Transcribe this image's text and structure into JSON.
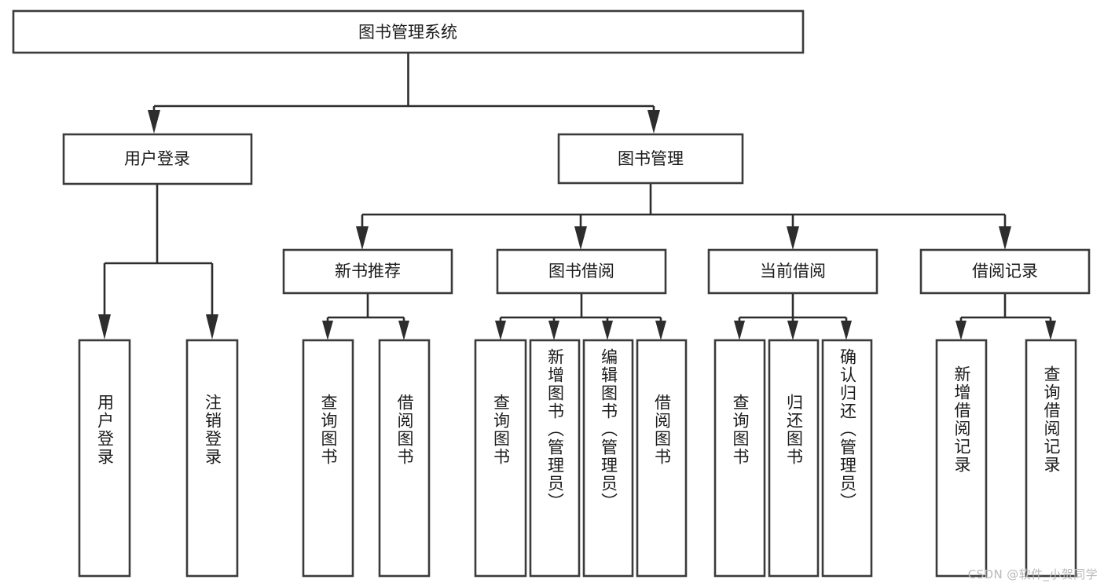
{
  "diagram": {
    "type": "tree-hierarchy",
    "title": "图书管理系统",
    "background_color": "#ffffff",
    "stroke_color": "#3b3b3b",
    "text_color": "#1b1b1b",
    "root": {
      "id": "root",
      "label": "图书管理系统",
      "orientation": "horizontal"
    },
    "level2": [
      {
        "id": "user-login",
        "label": "用户登录",
        "orientation": "horizontal"
      },
      {
        "id": "book-manage",
        "label": "图书管理",
        "orientation": "horizontal"
      }
    ],
    "level3": [
      {
        "id": "new-book-rec",
        "label": "新书推荐",
        "orientation": "horizontal",
        "parent": "book-manage"
      },
      {
        "id": "book-borrow",
        "label": "图书借阅",
        "orientation": "horizontal",
        "parent": "book-manage"
      },
      {
        "id": "current-borrow",
        "label": "当前借阅",
        "orientation": "horizontal",
        "parent": "book-manage"
      },
      {
        "id": "borrow-record",
        "label": "借阅记录",
        "orientation": "horizontal",
        "parent": "book-manage"
      }
    ],
    "leaves": [
      {
        "id": "leaf-user-login",
        "label": "用户登录",
        "orientation": "vertical",
        "parent": "user-login"
      },
      {
        "id": "leaf-user-logout",
        "label": "注销登录",
        "orientation": "vertical",
        "parent": "user-login"
      },
      {
        "id": "leaf-query-book-1",
        "label": "查询图书",
        "orientation": "vertical",
        "parent": "new-book-rec"
      },
      {
        "id": "leaf-borrow-book-1",
        "label": "借阅图书",
        "orientation": "vertical",
        "parent": "new-book-rec"
      },
      {
        "id": "leaf-query-book-2",
        "label": "查询图书",
        "orientation": "vertical",
        "parent": "book-borrow"
      },
      {
        "id": "leaf-add-book",
        "label": "新增图书（管理员）",
        "orientation": "vertical",
        "parent": "book-borrow"
      },
      {
        "id": "leaf-edit-book",
        "label": "编辑图书（管理员）",
        "orientation": "vertical",
        "parent": "book-borrow"
      },
      {
        "id": "leaf-borrow-book-2",
        "label": "借阅图书",
        "orientation": "vertical",
        "parent": "book-borrow"
      },
      {
        "id": "leaf-query-book-3",
        "label": "查询图书",
        "orientation": "vertical",
        "parent": "current-borrow"
      },
      {
        "id": "leaf-return-book",
        "label": "归还图书",
        "orientation": "vertical",
        "parent": "current-borrow"
      },
      {
        "id": "leaf-confirm-return",
        "label": "确认归还（管理员）",
        "orientation": "vertical",
        "parent": "current-borrow"
      },
      {
        "id": "leaf-add-record",
        "label": "新增借阅记录",
        "orientation": "vertical",
        "parent": "borrow-record"
      },
      {
        "id": "leaf-query-record",
        "label": "查询借阅记录",
        "orientation": "vertical",
        "parent": "borrow-record"
      }
    ]
  },
  "watermark": {
    "text": "CSDN @软件_小贺同学"
  }
}
